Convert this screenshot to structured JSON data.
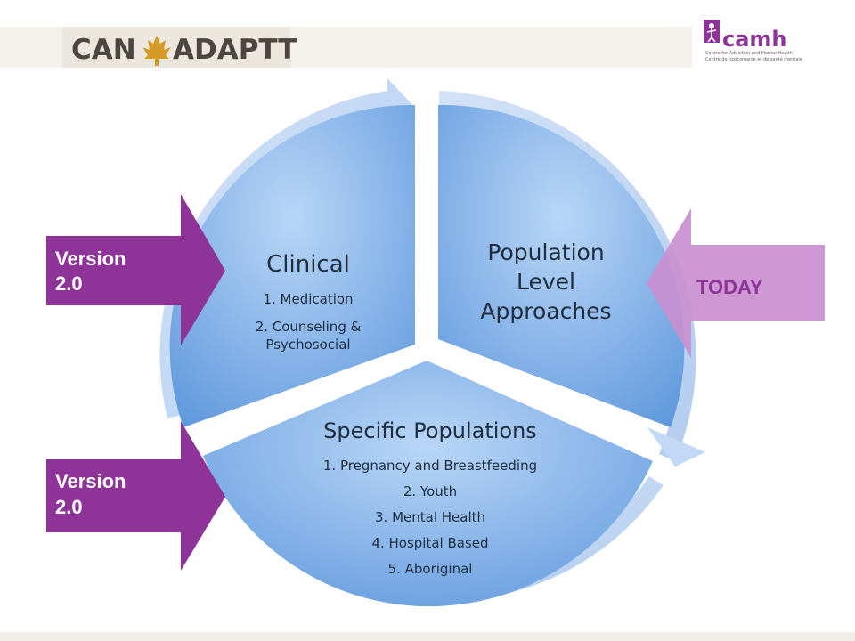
{
  "header": {
    "logo_left": {
      "part1": "CAN",
      "part2": "ADAPTT",
      "icon": "maple-leaf-icon"
    },
    "logo_right": {
      "name": "camh",
      "line1": "Centre for Addiction and Mental Health",
      "line2": "Centre de toxicomanie et de santé mentale",
      "icon": "camh-figure-icon"
    }
  },
  "segments": {
    "clinical": {
      "title": "Clinical",
      "items": [
        "1. Medication",
        "2. Counseling &",
        "Psychosocial"
      ]
    },
    "population": {
      "title_lines": [
        "Population",
        "Level",
        "Approaches"
      ]
    },
    "specific": {
      "title": "Specific Populations",
      "items": [
        "1. Pregnancy and Breastfeeding",
        "2. Youth",
        "3. Mental Health",
        "4. Hospital Based",
        "5. Aboriginal"
      ]
    }
  },
  "arrows": {
    "version_top": {
      "lines": [
        "Version",
        "2.0"
      ],
      "color": "#8e3398"
    },
    "version_bottom": {
      "lines": [
        "Version",
        "2.0"
      ],
      "color": "#8e3398"
    },
    "today": {
      "label": "TODAY",
      "color": "#c98fd0",
      "text_color": "#8e3398"
    }
  },
  "colors": {
    "ring": "#c3d8f4",
    "segment_light": "#a9ccf5",
    "segment_dark": "#5d97dc",
    "text_dark": "#1f2d3d"
  }
}
